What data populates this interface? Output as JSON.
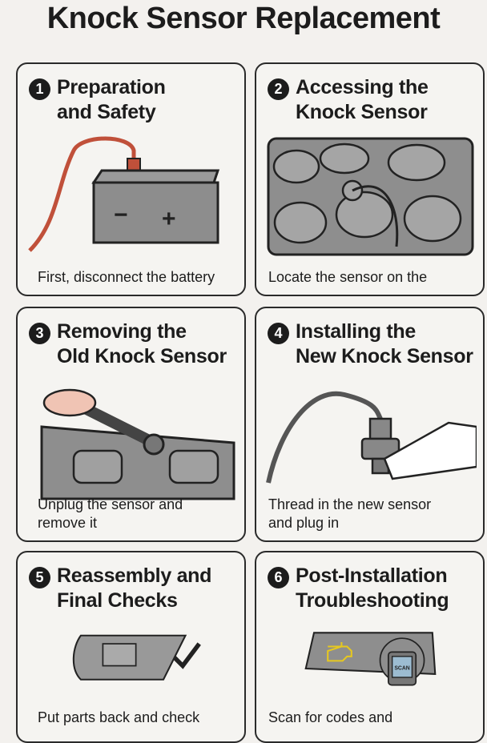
{
  "title": "Knock Sensor Replacement",
  "steps": [
    {
      "number": "1",
      "title": "Preparation\nand Safety",
      "caption": "First, disconnect the battery",
      "icon": "battery-icon"
    },
    {
      "number": "2",
      "title": "Accessing the\nKnock Sensor",
      "caption": "Locate the sensor on the",
      "icon": "engine-bay-icon"
    },
    {
      "number": "3",
      "title": "Removing the\nOld Knock Sensor",
      "caption": "Unplug the sensor and\nremove it",
      "icon": "unplug-sensor-icon"
    },
    {
      "number": "4",
      "title": "Installing the\nNew Knock Sensor",
      "caption": "Thread in the new sensor\nand plug in",
      "icon": "install-sensor-icon"
    },
    {
      "number": "5",
      "title": "Reassembly and\nFinal Checks",
      "caption": "Put parts back and check",
      "icon": "reassembly-check-icon"
    },
    {
      "number": "6",
      "title": "Post-Installation\nTroubleshooting",
      "caption": "Scan for codes and",
      "icon": "scan-tool-icon"
    }
  ],
  "scan_label": "SCAN",
  "battery_minus": "−",
  "battery_plus": "+"
}
